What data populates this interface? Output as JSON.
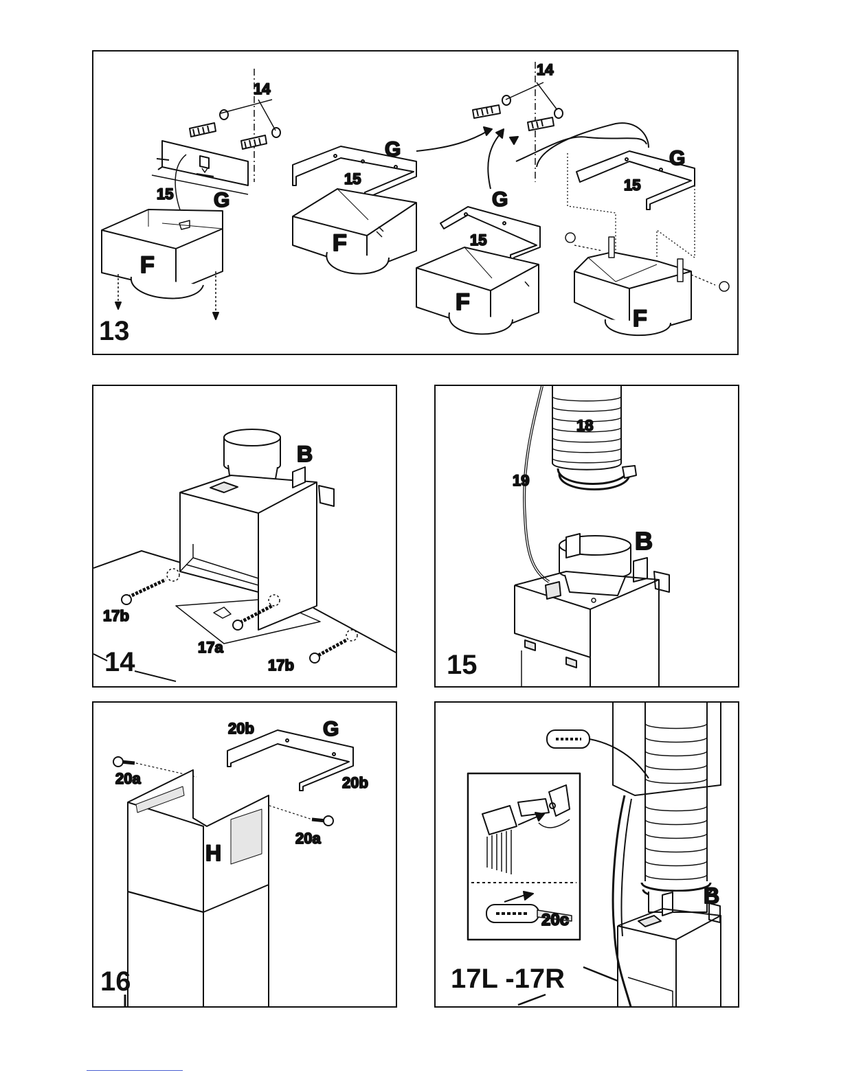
{
  "steps": {
    "s13": "13",
    "s14": "14",
    "s15": "15",
    "s16": "16",
    "s17": "17L -17R"
  },
  "labels": {
    "p13": {
      "n14a": "14",
      "n15a": "15",
      "ga": "G",
      "fa": "F",
      "gb": "G",
      "n15b": "15",
      "fb": "F",
      "gc": "G",
      "n15c": "15",
      "fc": "F",
      "n14b": "14",
      "gd": "G",
      "n15d": "15",
      "fd": "F"
    },
    "p14": {
      "b": "B",
      "s17b1": "17b",
      "s17a": "17a",
      "s17b2": "17b"
    },
    "p15": {
      "n18": "18",
      "n19": "19",
      "b": "B"
    },
    "p16": {
      "s20b1": "20b",
      "g": "G",
      "s20b2": "20b",
      "s20a1": "20a",
      "s20a2": "20a",
      "h": "H"
    },
    "p17": {
      "b": "B",
      "s20c": "20c"
    }
  },
  "colors": {
    "line": "#111111",
    "shade": "#e6e6e6",
    "footer_rule": "#4a5fd0"
  }
}
